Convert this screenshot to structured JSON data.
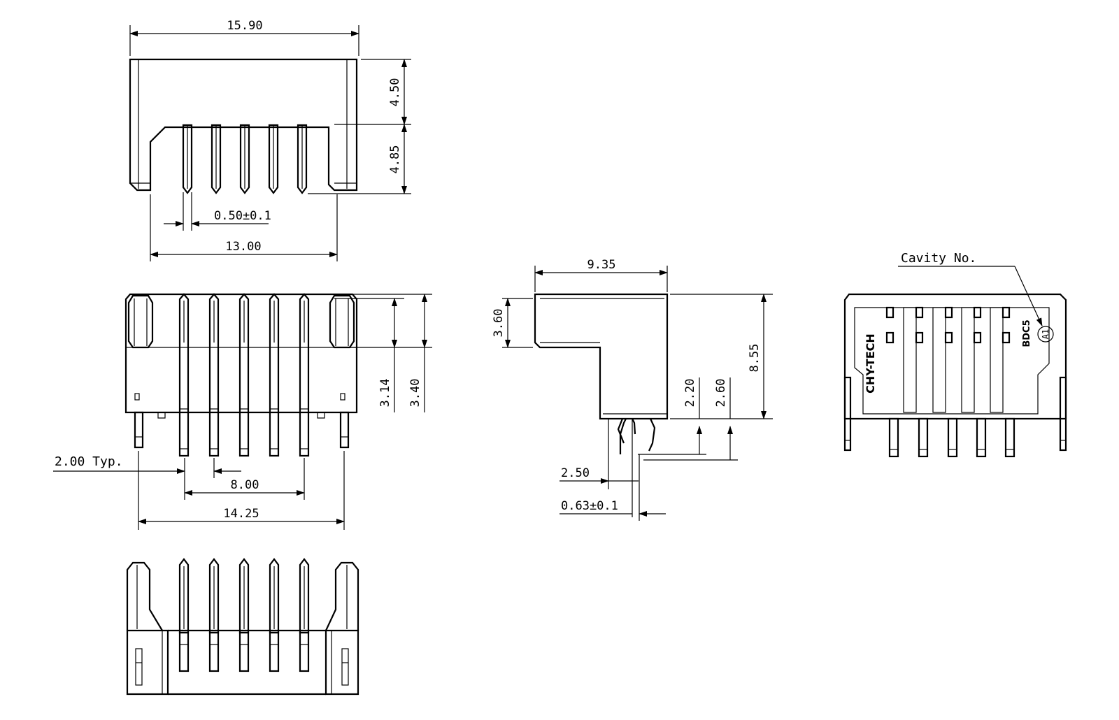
{
  "dimensions": {
    "top_width": "15.90",
    "top_height_upper": "4.50",
    "top_height_lower": "4.85",
    "pin_width": "0.50±0.1",
    "inner_width": "13.00",
    "side_width": "9.35",
    "side_height_top": "3.60",
    "side_total_height": "8.55",
    "side_tail_2_20": "2.20",
    "side_tail_2_60": "2.60",
    "side_pin_offset": "2.50",
    "side_pin_thickness": "0.63±0.1",
    "front_height_3_14": "3.14",
    "front_height_3_40": "3.40",
    "pitch": "2.00 Typ.",
    "pitch_span": "8.00",
    "overall_width": "14.25"
  },
  "labels": {
    "cavity": "Cavity No.",
    "brand": "CHY-TECH",
    "part": "BDC5",
    "cavity_id": "A1"
  }
}
